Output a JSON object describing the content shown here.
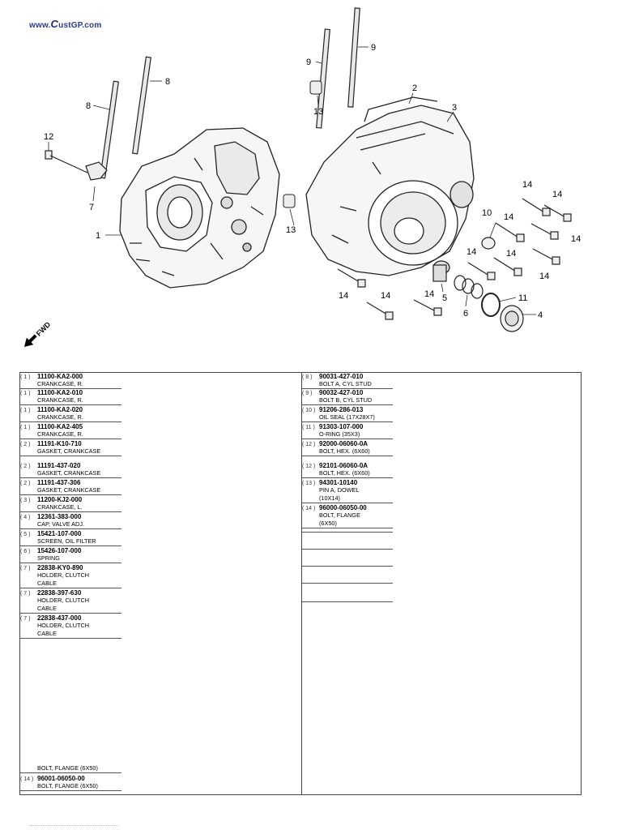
{
  "header": {
    "logo_prefix": "www.",
    "logo_mark": "C",
    "logo_suffix": "ustGP.com"
  },
  "diagram": {
    "callouts": [
      "1",
      "2",
      "3",
      "4",
      "5",
      "6",
      "7",
      "8",
      "8",
      "9",
      "9",
      "10",
      "11",
      "12",
      "13",
      "13",
      "14",
      "14",
      "14",
      "14",
      "14",
      "14",
      "14",
      "14",
      "14",
      "14"
    ],
    "fwd_label": "FWD"
  },
  "parts_left": [
    {
      "num": "( 1 )",
      "pn": "11100-KA2-000",
      "desc": "CRANKCASE, R."
    },
    {
      "num": "( 1 )",
      "pn": "11100-KA2-010",
      "desc": "CRANKCASE, R."
    },
    {
      "num": "( 1 )",
      "pn": "11100-KA2-020",
      "desc": "CRANKCASE, R."
    },
    {
      "num": "( 1 )",
      "pn": "11100-KA2-405",
      "desc": "CRANKCASE, R."
    },
    {
      "num": "( 2 )",
      "pn": "11191-K10-710",
      "desc": "GASKET, CRANKCASE"
    },
    {
      "num": "( 2 )",
      "pn": "11191-437-020",
      "desc": "GASKET, CRANKCASE"
    },
    {
      "num": "( 2 )",
      "pn": "11191-437-306",
      "desc": "GASKET, CRANKCASE"
    },
    {
      "num": "( 3 )",
      "pn": "11200-KJ2-000",
      "desc": "CRANKCASE, L."
    },
    {
      "num": "( 4 )",
      "pn": "12361-383-000",
      "desc": "CAP, VALVE ADJ."
    },
    {
      "num": "( 5 )",
      "pn": "15421-107-000",
      "desc": "SCREEN, OIL FILTER"
    },
    {
      "num": "( 6 )",
      "pn": "15426-107-000",
      "desc": "SPRING"
    },
    {
      "num": "( 7 )",
      "pn": "22838-KY0-890",
      "desc": "HOLDER, CLUTCH\nCABLE"
    },
    {
      "num": "( 7 )",
      "pn": "22838-397-630",
      "desc": "HOLDER, CLUTCH\nCABLE"
    },
    {
      "num": "( 7 )",
      "pn": "22838-437-000",
      "desc": "HOLDER, CLUTCH\nCABLE"
    }
  ],
  "parts_left_bottom": [
    {
      "num": "",
      "pn": "",
      "desc": "BOLT, FLANGE (6X50)"
    },
    {
      "num": "( 14 )",
      "pn": "96001-06050-00",
      "desc": "BOLT, FLANGE (6X50)"
    }
  ],
  "parts_right": [
    {
      "num": "( 8 )",
      "pn": "90031-427-010",
      "desc": "BOLT A, CYL STUD"
    },
    {
      "num": "( 9 )",
      "pn": "90032-427-010",
      "desc": "BOLT B, CYL STUD"
    },
    {
      "num": "( 10 )",
      "pn": "91206-286-013",
      "desc": "OIL SEAL (17X28X7)"
    },
    {
      "num": "( 11 )",
      "pn": "91303-107-000",
      "desc": "O-RING (35X3)"
    },
    {
      "num": "( 12 )",
      "pn": "92000-06060-0A",
      "desc": "BOLT, HEX. (6X60)"
    },
    {
      "num": "( 12 )",
      "pn": "92101-06060-0A",
      "desc": "BOLT, HEX. (6X60)"
    },
    {
      "num": "( 13 )",
      "pn": "94301-10140",
      "desc": "PIN A, DOWEL\n(10X14)"
    },
    {
      "num": "( 14 )",
      "pn": "96000-06050-00",
      "desc": "BOLT, FLANGE\n(6X50)"
    }
  ]
}
